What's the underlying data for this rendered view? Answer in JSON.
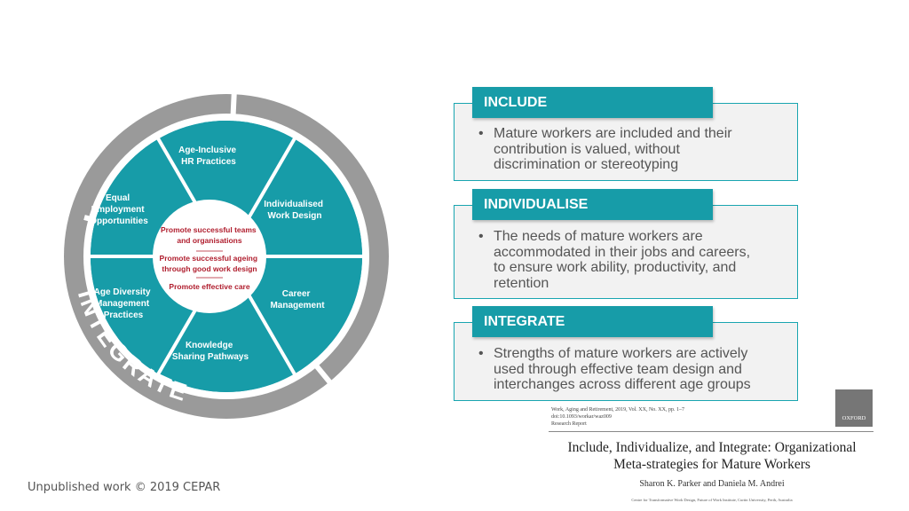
{
  "wheel": {
    "outer_labels": {
      "include": "INCLUDE",
      "individualise": "INDIVIDUALISE",
      "integrate": "INTEGRATE"
    },
    "segments": [
      [
        "Age-Inclusive",
        "HR Practices"
      ],
      [
        "Individualised",
        "Work Design"
      ],
      [
        "Career",
        "Management"
      ],
      [
        "Knowledge",
        "Sharing Pathways"
      ],
      [
        "Age Diversity",
        "Management",
        "Practices"
      ],
      [
        "Equal",
        "Employment",
        "Opportunities"
      ]
    ],
    "center": {
      "line1a": "Promote successful teams",
      "line1b": "and organisations",
      "line2a": "Promote successful ageing",
      "line2b": "through good work design",
      "line3": "Promote effective care"
    }
  },
  "cards": [
    {
      "heading": "INCLUDE",
      "bullet": "•",
      "body": [
        "Mature workers are included and their",
        "contribution is valued, without",
        "discrimination or stereotyping"
      ]
    },
    {
      "heading": "INDIVIDUALISE",
      "bullet": "•",
      "body": [
        "The needs of mature workers are",
        "accommodated in their jobs and careers,",
        "to ensure work ability, productivity, and",
        "retention"
      ]
    },
    {
      "heading": "INTEGRATE",
      "bullet": "•",
      "body": [
        "Strengths of mature workers are actively",
        "used through effective team design and",
        "interchanges across different age groups"
      ]
    }
  ],
  "footer": "Unpublished work © 2019 CEPAR",
  "paper": {
    "journal_line": "Work, Aging and Retirement, 2019, Vol. XX, No. XX, pp. 1–7",
    "doi_line": "doi:10.1093/workar/waz009",
    "type_line": "Research Report",
    "logo": "OXFORD",
    "title_line1": "Include, Individualize, and Integrate: Organizational",
    "title_line2": "Meta-strategies for Mature Workers",
    "authors": "Sharon K. Parker and Daniela M. Andrei",
    "affiliation": "Centre for Transformative Work Design, Future of Work Institute, Curtin University, Perth, Australia"
  },
  "colors": {
    "teal": "#179ca8",
    "ring_gray": "#9a9a9a",
    "center_red": "#b01e2e",
    "card_bg": "#f2f2f2"
  }
}
